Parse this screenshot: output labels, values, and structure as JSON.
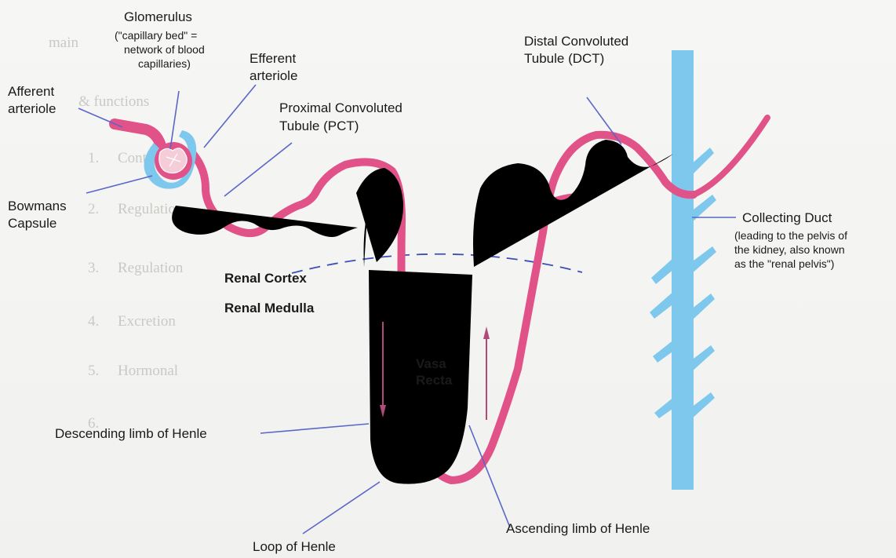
{
  "background_text": {
    "line_1": "main",
    "line_2": "& functions",
    "items": [
      {
        "num": "1.",
        "text": "Control"
      },
      {
        "num": "2.",
        "text": "Regulation"
      },
      {
        "num": "3.",
        "text": "Regulation"
      },
      {
        "num": "4.",
        "text": "Excretion"
      },
      {
        "num": "5.",
        "text": "Hormonal"
      },
      {
        "num": "6.",
        "text": ""
      }
    ]
  },
  "labels": {
    "glomerulus_title": "Glomerulus",
    "glomerulus_desc": [
      "(\"capillary bed\" =",
      "network of blood",
      "capillaries)"
    ],
    "efferent": [
      "Efferent",
      "arteriole"
    ],
    "afferent": [
      "Afferent",
      "arteriole"
    ],
    "pct": [
      "Proximal Convoluted",
      "Tubule (PCT)"
    ],
    "bowmans": [
      "Bowmans",
      "Capsule"
    ],
    "dct": [
      "Distal Convoluted",
      "Tubule (DCT)"
    ],
    "collecting_title": "Collecting Duct",
    "collecting_desc": [
      "(leading to the pelvis of",
      "the kidney, also known",
      "as the \"renal pelvis\")"
    ],
    "renal_cortex": "Renal Cortex",
    "renal_medulla": "Renal Medulla",
    "vasa_recta": [
      "Vasa",
      "Recta"
    ],
    "descending": "Descending limb of Henle",
    "ascending": "Ascending limb of Henle",
    "loop": "Loop of Henle"
  },
  "colors": {
    "tubule": "#7ec8ee",
    "blood_vessel": "#e05288",
    "leader_line": "#5a66c8",
    "cortex_boundary": "#3d4fb5"
  }
}
